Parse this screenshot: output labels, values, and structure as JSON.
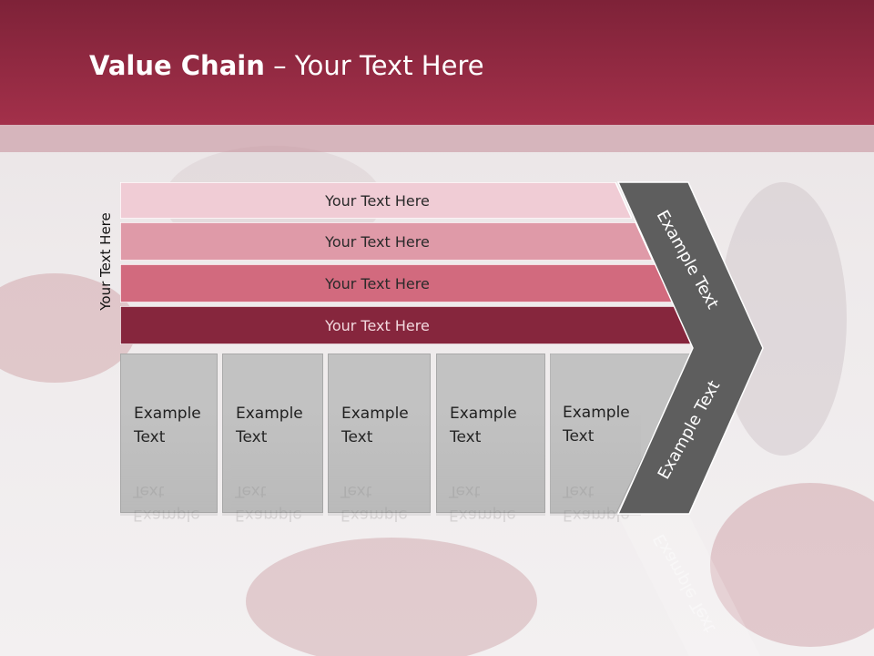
{
  "slide": {
    "title_bold": "Value Chain",
    "title_rest": " – Your Text Here",
    "side_label": "Your Text Here"
  },
  "bars": [
    {
      "label": "Your Text Here",
      "fill": "#f0ccd5",
      "text_color": "#2a2a2a"
    },
    {
      "label": "Your Text Here",
      "fill": "#df9aa8",
      "text_color": "#2a2a2a"
    },
    {
      "label": "Your Text Here",
      "fill": "#d26a7e",
      "text_color": "#2a2a2a"
    },
    {
      "label": "Your Text Here",
      "fill": "#86263d",
      "text_color": "#f2d8de"
    }
  ],
  "boxes": [
    {
      "label": "Example Text"
    },
    {
      "label": "Example Text"
    },
    {
      "label": "Example Text"
    },
    {
      "label": "Example Text"
    },
    {
      "label": "Example Text"
    }
  ],
  "chevron": {
    "label_top": "Example Text",
    "label_bottom": "Example Text",
    "fill": "#5e5e5e"
  },
  "colors": {
    "header": "#9a2c45",
    "box_fill": "#c2c2c2"
  }
}
